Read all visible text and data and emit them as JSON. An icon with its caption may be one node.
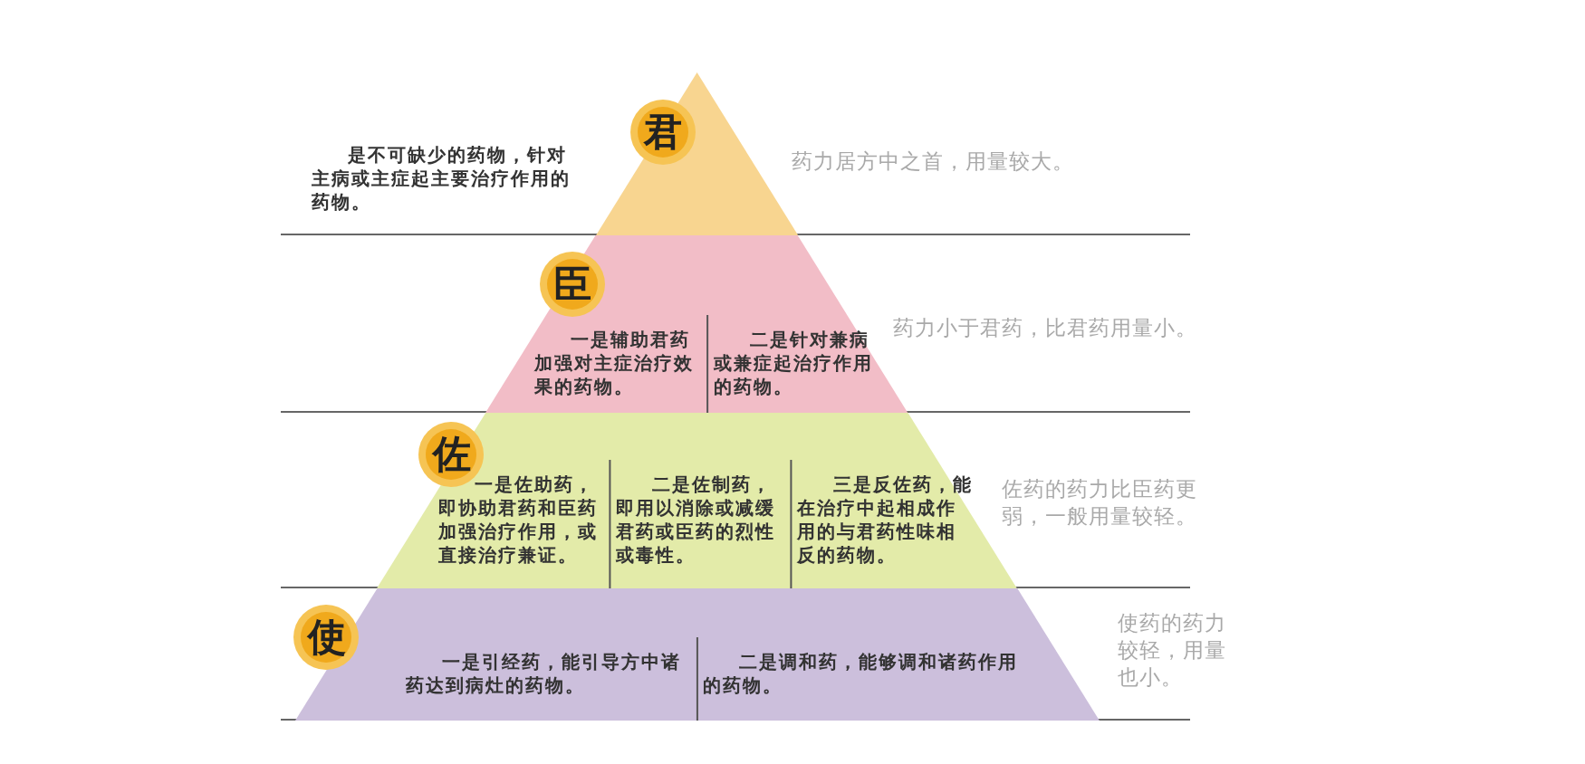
{
  "diagram": {
    "nodes": [
      {
        "text": [],
        "shape": "triangle",
        "beside": [
          "是不可缺少的药物，针对主病或主症起主要治疗作用的药物。",
          "药力居方中之首，用量较大。"
        ]
      },
      {
        "text": [
          "君"
        ],
        "in": 0
      },
      {
        "text": [
          "一是辅助君药加强对主症治疗效果的药物。",
          "二是针对兼病或兼症起治疗作用的药物。"
        ],
        "beside": [
          "药力小于君药，比君药用量小。"
        ]
      },
      {
        "text": [
          "臣"
        ],
        "in": 2
      },
      {
        "text": [
          "一是佐助药，即协助君药和臣药加强治疗作用，或直接治疗兼证。",
          "二是佐制药，即用以消除或减缓君药或臣药的烈性或毒性。",
          "三是反佐药，能在治疗中起相成作用的与君药性味相反的药物。"
        ],
        "beside": [
          "佐药的药力比臣药更弱，一般用量较轻。"
        ]
      },
      {
        "text": [
          "佐"
        ],
        "in": 4
      },
      {
        "text": [
          "一是引经药，能引导方中诸药达到病灶的药物。",
          "二是调和药，能够调和诸药作用的药物。"
        ],
        "beside": [
          "使药的药力较轻，用量也小。"
        ]
      },
      {
        "text": [
          "使"
        ],
        "in": 6
      }
    ]
  }
}
